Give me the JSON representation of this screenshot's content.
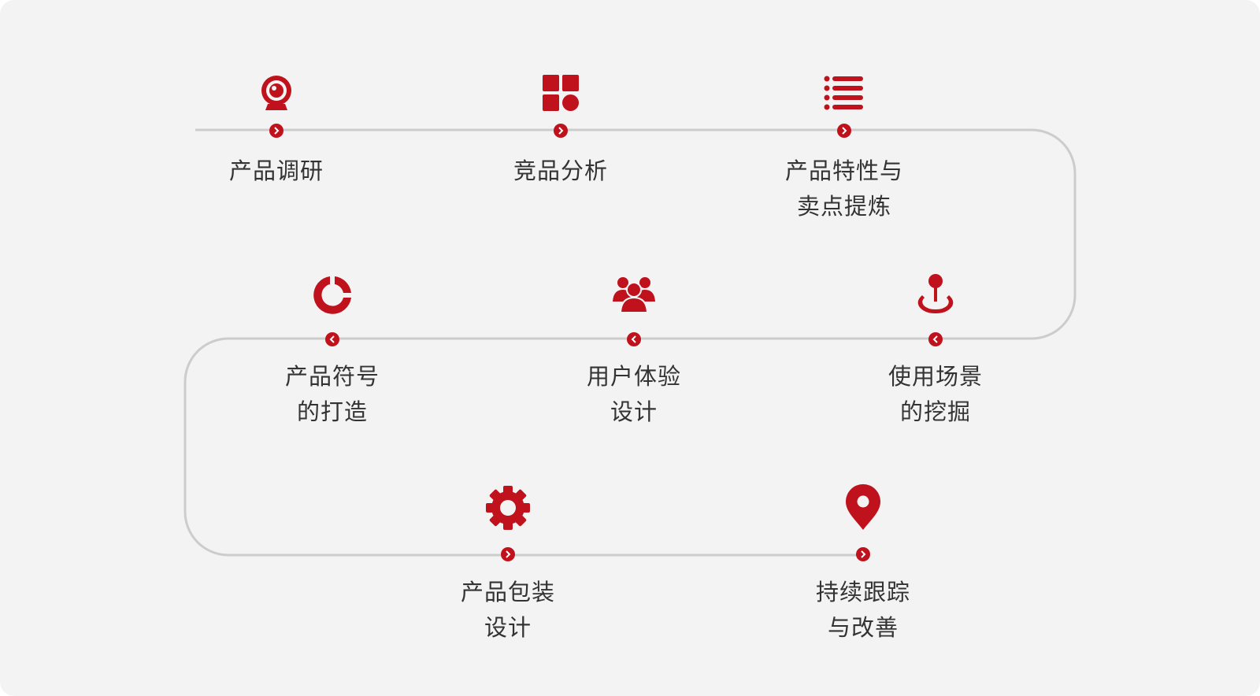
{
  "colors": {
    "accent": "#c0121c",
    "track": "#cccccc",
    "text": "#333333",
    "background": "#f3f3f3"
  },
  "steps": [
    {
      "label": "产品调研",
      "icon": "webcam-icon",
      "direction": "right"
    },
    {
      "label": "竞品分析",
      "icon": "grid-apps-icon",
      "direction": "right"
    },
    {
      "label": "产品特性与\n卖点提炼",
      "icon": "list-icon",
      "direction": "right"
    },
    {
      "label": "产品符号\n的打造",
      "icon": "donut-chart-icon",
      "direction": "left"
    },
    {
      "label": "用户体验\n设计",
      "icon": "users-icon",
      "direction": "left"
    },
    {
      "label": "使用场景\n的挖掘",
      "icon": "location-pin-icon",
      "direction": "left"
    },
    {
      "label": "产品包装\n设计",
      "icon": "gear-icon",
      "direction": "right"
    },
    {
      "label": "持续跟踪\n与改善",
      "icon": "map-marker-icon",
      "direction": "right"
    }
  ]
}
